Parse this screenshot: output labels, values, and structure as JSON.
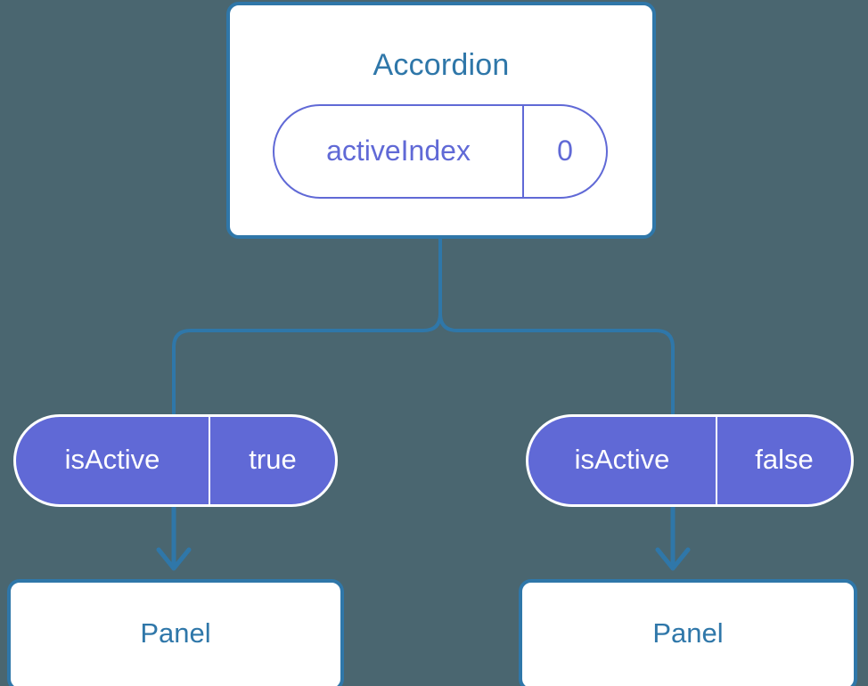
{
  "diagram": {
    "background_color": "#4a6670",
    "accent_blue": "#2f77a9",
    "accent_purple": "#6069d6",
    "root": {
      "title": "Accordion",
      "prop": {
        "key": "activeIndex",
        "value": "0"
      }
    },
    "branches": [
      {
        "prop": {
          "key": "isActive",
          "value": "true"
        },
        "child": {
          "title": "Panel"
        }
      },
      {
        "prop": {
          "key": "isActive",
          "value": "false"
        },
        "child": {
          "title": "Panel"
        }
      }
    ]
  }
}
